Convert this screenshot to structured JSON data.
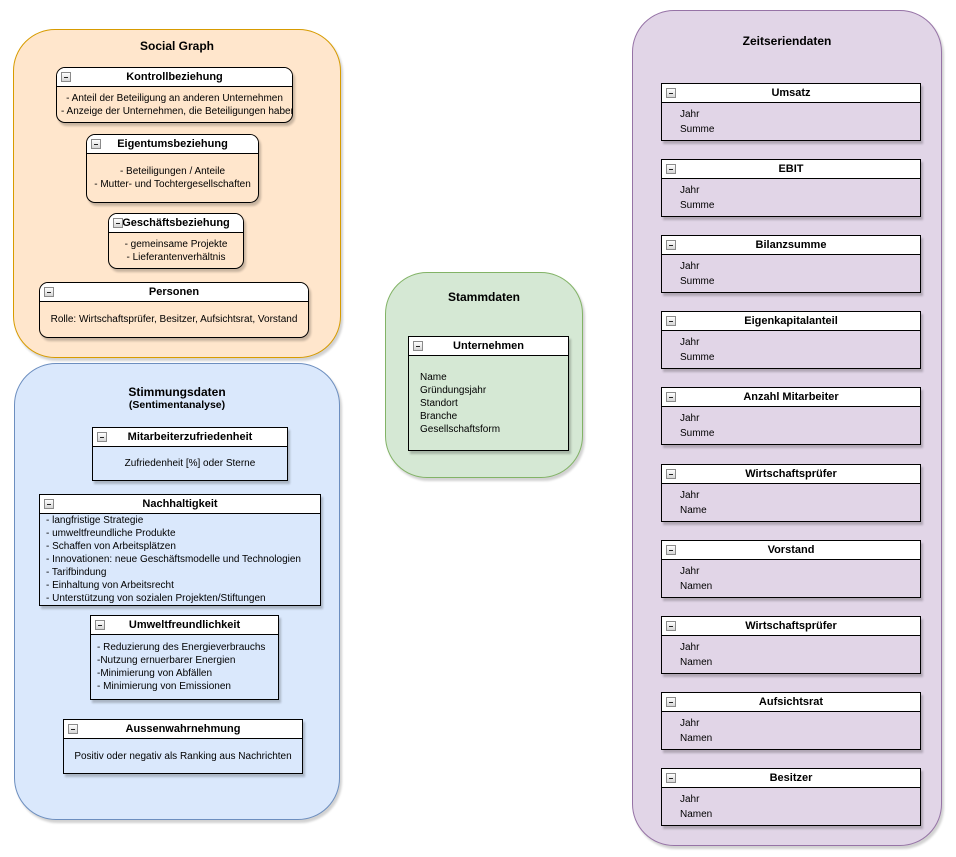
{
  "colors": {
    "social_graph": {
      "fill": "#FFE6CC",
      "stroke": "#D79B00"
    },
    "stimmungsdaten": {
      "fill": "#DAE8FC",
      "stroke": "#6C8EBF"
    },
    "stammdaten": {
      "fill": "#D5E8D4",
      "stroke": "#82B366"
    },
    "zeitseriendaten": {
      "fill": "#E1D5E7",
      "stroke": "#9673A6"
    },
    "box_header_fill": "#FFFFFF",
    "box_stroke": "#000000"
  },
  "icons": {
    "collapse": "minus-in-square"
  },
  "social_graph": {
    "title": "Social Graph",
    "boxes": [
      {
        "title": "Kontrollbeziehung",
        "lines": [
          "- Anteil der Beteiligung an anderen Unternehmen",
          "- Anzeige der Unternehmen, die Beteiligungen haben"
        ]
      },
      {
        "title": "Eigentumsbeziehung",
        "lines": [
          "- Beteiligungen / Anteile",
          "- Mutter- und Tochtergesellschaften"
        ]
      },
      {
        "title": "Geschäftsbeziehung",
        "lines": [
          "- gemeinsame Projekte",
          "- Lieferantenverhältnis"
        ]
      },
      {
        "title": "Personen",
        "lines": [
          "Rolle: Wirtschaftsprüfer, Besitzer, Aufsichtsrat, Vorstand"
        ]
      }
    ]
  },
  "stimmungsdaten": {
    "title": "Stimmungsdaten",
    "subtitle": "(Sentimentanalyse)",
    "boxes": [
      {
        "title": "Mitarbeiterzufriedenheit",
        "lines": [
          "Zufriedenheit [%] oder Sterne"
        ]
      },
      {
        "title": "Nachhaltigkeit",
        "lines": [
          "- langfristige Strategie",
          "- umweltfreundliche Produkte",
          "- Schaffen von Arbeitsplätzen",
          "- Innovationen: neue Geschäftsmodelle und Technologien",
          "- Tarifbindung",
          "- Einhaltung von Arbeitsrecht",
          "- Unterstützung von sozialen Projekten/Stiftungen"
        ]
      },
      {
        "title": "Umweltfreundlichkeit",
        "lines": [
          "- Reduzierung des Energieverbrauchs",
          "-Nutzung ernuerbarer Energien",
          "-Minimierung von Abfällen",
          "- Minimierung von Emissionen"
        ]
      },
      {
        "title": "Aussenwahrnehmung",
        "lines": [
          "Positiv oder negativ als Ranking aus Nachrichten"
        ]
      }
    ]
  },
  "stammdaten": {
    "title": "Stammdaten",
    "boxes": [
      {
        "title": "Unternehmen",
        "lines": [
          "Name",
          "Gründungsjahr",
          "Standort",
          "Branche",
          "Gesellschaftsform"
        ]
      }
    ]
  },
  "zeitseriendaten": {
    "title": "Zeitseriendaten",
    "boxes": [
      {
        "title": "Umsatz",
        "lines": [
          "Jahr",
          "Summe"
        ]
      },
      {
        "title": "EBIT",
        "lines": [
          "Jahr",
          "Summe"
        ]
      },
      {
        "title": "Bilanzsumme",
        "lines": [
          "Jahr",
          "Summe"
        ]
      },
      {
        "title": "Eigenkapitalanteil",
        "lines": [
          "Jahr",
          "Summe"
        ]
      },
      {
        "title": "Anzahl Mitarbeiter",
        "lines": [
          "Jahr",
          "Summe"
        ]
      },
      {
        "title": "Wirtschaftsprüfer",
        "lines": [
          "Jahr",
          "Name"
        ]
      },
      {
        "title": "Vorstand",
        "lines": [
          "Jahr",
          "Namen"
        ]
      },
      {
        "title": "Wirtschaftsprüfer",
        "lines": [
          "Jahr",
          "Namen"
        ]
      },
      {
        "title": "Aufsichtsrat",
        "lines": [
          "Jahr",
          "Namen"
        ]
      },
      {
        "title": "Besitzer",
        "lines": [
          "Jahr",
          "Namen"
        ]
      }
    ]
  }
}
